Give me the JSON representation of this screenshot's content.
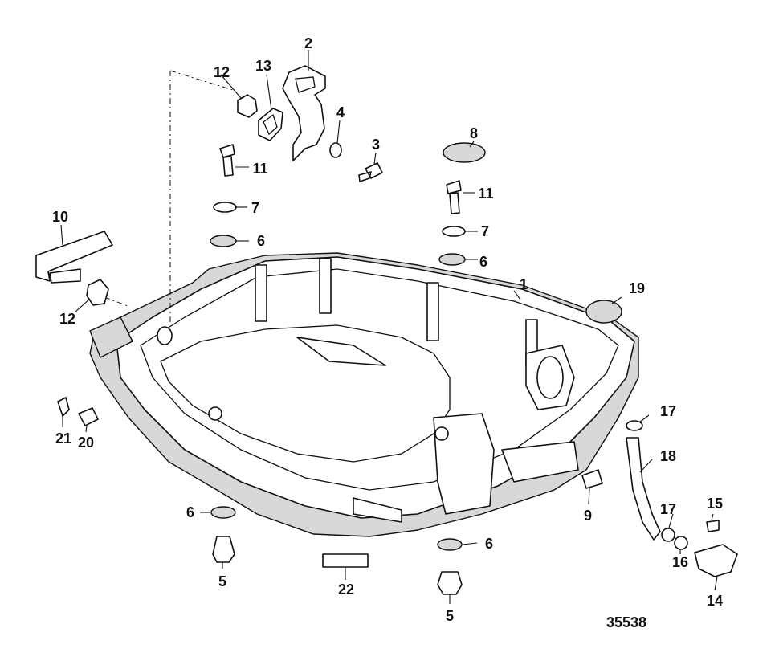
{
  "figure_number": "35538",
  "callouts": [
    {
      "id": "c1",
      "text": "1"
    },
    {
      "id": "c2",
      "text": "2"
    },
    {
      "id": "c3",
      "text": "3"
    },
    {
      "id": "c4",
      "text": "4"
    },
    {
      "id": "c5a",
      "text": "5"
    },
    {
      "id": "c5b",
      "text": "5"
    },
    {
      "id": "c6a",
      "text": "6"
    },
    {
      "id": "c6b",
      "text": "6"
    },
    {
      "id": "c6c",
      "text": "6"
    },
    {
      "id": "c6d",
      "text": "6"
    },
    {
      "id": "c7a",
      "text": "7"
    },
    {
      "id": "c7b",
      "text": "7"
    },
    {
      "id": "c8",
      "text": "8"
    },
    {
      "id": "c9",
      "text": "9"
    },
    {
      "id": "c10",
      "text": "10"
    },
    {
      "id": "c11a",
      "text": "11"
    },
    {
      "id": "c11b",
      "text": "11"
    },
    {
      "id": "c12a",
      "text": "12"
    },
    {
      "id": "c12b",
      "text": "12"
    },
    {
      "id": "c13",
      "text": "13"
    },
    {
      "id": "c14",
      "text": "14"
    },
    {
      "id": "c15",
      "text": "15"
    },
    {
      "id": "c16",
      "text": "16"
    },
    {
      "id": "c17a",
      "text": "17"
    },
    {
      "id": "c17b",
      "text": "17"
    },
    {
      "id": "c18",
      "text": "18"
    },
    {
      "id": "c19",
      "text": "19"
    },
    {
      "id": "c20",
      "text": "20"
    },
    {
      "id": "c21",
      "text": "21"
    },
    {
      "id": "c22",
      "text": "22"
    }
  ]
}
